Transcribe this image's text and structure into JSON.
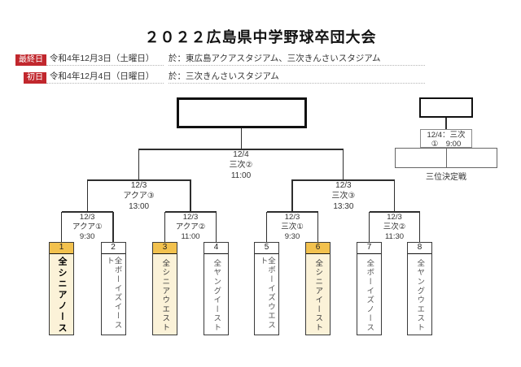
{
  "title": "２０２２広島県中学野球卒団大会",
  "info_rows": [
    {
      "badge": "最終日",
      "date": "令和4年12月3日（土曜日）",
      "venue": "於：東広島アクアスタジアム、三次きんさいスタジアム"
    },
    {
      "badge": "初日",
      "date": "令和4年12月4日（日曜日）",
      "venue": "於：三次きんさいスタジアム"
    }
  ],
  "colors": {
    "badge_red": "#c1272d",
    "highlight_header": "#f2c14e",
    "highlight_body": "#fbf2d8",
    "line": "#2e2e2e"
  },
  "bracket": {
    "final": {
      "date": "12/4",
      "venue": "三次②",
      "time": "11:00"
    },
    "semifinals": [
      {
        "date": "12/3",
        "venue": "アクア③",
        "time": "13:00"
      },
      {
        "date": "12/3",
        "venue": "三次③",
        "time": "13:30"
      }
    ],
    "quarterfinals": [
      {
        "date": "12/3",
        "venue": "アクア①",
        "time": "9:30"
      },
      {
        "date": "12/3",
        "venue": "アクア②",
        "time": "11:00"
      },
      {
        "date": "12/3",
        "venue": "三次①",
        "time": "9:30"
      },
      {
        "date": "12/3",
        "venue": "三次②",
        "time": "11:30"
      }
    ],
    "third_place": {
      "info_line1": "12/4：三次",
      "info_line2": "①　9:00",
      "label": "三位決定戦"
    }
  },
  "teams": [
    {
      "number": "1",
      "name": "全シニアノース",
      "highlighted": true,
      "bold": true
    },
    {
      "number": "2",
      "name": "全ボーイズイースト",
      "highlighted": false,
      "bold": false
    },
    {
      "number": "3",
      "name": "全シニアウエスト",
      "highlighted": true,
      "bold": false
    },
    {
      "number": "4",
      "name": "全ヤングイースト",
      "highlighted": false,
      "bold": false
    },
    {
      "number": "5",
      "name": "全ボーイズウエスト",
      "highlighted": false,
      "bold": false
    },
    {
      "number": "6",
      "name": "全シニアイースト",
      "highlighted": true,
      "bold": false
    },
    {
      "number": "7",
      "name": "全ボーイズノース",
      "highlighted": false,
      "bold": false
    },
    {
      "number": "8",
      "name": "全ヤングウエスト",
      "highlighted": false,
      "bold": false
    }
  ]
}
